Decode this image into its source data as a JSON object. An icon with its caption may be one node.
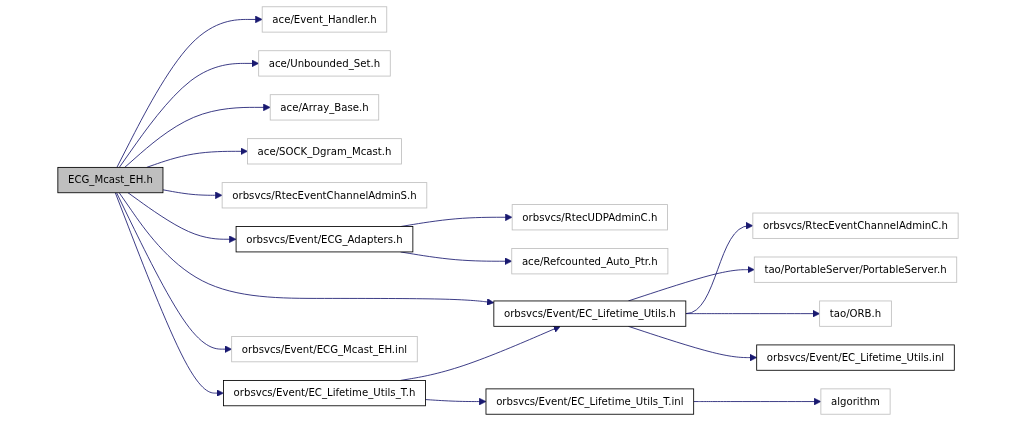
{
  "diagram": {
    "nodes": [
      {
        "text": [
          "ECG_Mcast_EH.h"
        ]
      },
      {
        "text": [
          "ace/Event_Handler.h"
        ]
      },
      {
        "text": [
          "ace/Unbounded_Set.h"
        ]
      },
      {
        "text": [
          "ace/Array_Base.h"
        ]
      },
      {
        "text": [
          "ace/SOCK_Dgram_Mcast.h"
        ]
      },
      {
        "text": [
          "orbsvcs/RtecEventChannelAdminS.h"
        ]
      },
      {
        "text": [
          "orbsvcs/Event/ECG_Adapters.h"
        ]
      },
      {
        "text": [
          "orbsvcs/RtecUDPAdminC.h"
        ]
      },
      {
        "text": [
          "ace/Refcounted_Auto_Ptr.h"
        ]
      },
      {
        "text": [
          "orbsvcs/Event/EC_Lifetime_Utils.h"
        ]
      },
      {
        "text": [
          "orbsvcs/RtecEventChannelAdminC.h"
        ]
      },
      {
        "text": [
          "tao/PortableServer/PortableServer.h"
        ]
      },
      {
        "text": [
          "tao/ORB.h"
        ]
      },
      {
        "text": [
          "orbsvcs/Event/EC_Lifetime_Utils.inl"
        ]
      },
      {
        "text": [
          "orbsvcs/Event/EC_Lifetime_Utils_T.h"
        ]
      },
      {
        "text": [
          "orbsvcs/Event/EC_Lifetime_Utils_T.inl"
        ]
      },
      {
        "text": [
          "algorithm"
        ]
      },
      {
        "text": [
          "orbsvcs/Event/ECG_Mcast_EH.inl"
        ]
      }
    ],
    "edges": [
      {
        "from": 0,
        "to": 1,
        "arrow": "to"
      },
      {
        "from": 0,
        "to": 2,
        "arrow": "to"
      },
      {
        "from": 0,
        "to": 3,
        "arrow": "to"
      },
      {
        "from": 0,
        "to": 4,
        "arrow": "to"
      },
      {
        "from": 0,
        "to": 5,
        "arrow": "to"
      },
      {
        "from": 0,
        "to": 6,
        "arrow": "to"
      },
      {
        "from": 6,
        "to": 7,
        "arrow": "to"
      },
      {
        "from": 6,
        "to": 8,
        "arrow": "to"
      },
      {
        "from": 0,
        "to": 9,
        "arrow": "to"
      },
      {
        "from": 9,
        "to": 10,
        "arrow": "to"
      },
      {
        "from": 9,
        "to": 11,
        "arrow": "to"
      },
      {
        "from": 9,
        "to": 12,
        "arrow": "to"
      },
      {
        "from": 9,
        "to": 13,
        "arrow": "to"
      },
      {
        "from": 0,
        "to": 14,
        "arrow": "to"
      },
      {
        "from": 14,
        "to": 9,
        "arrow": "to"
      },
      {
        "from": 14,
        "to": 15,
        "arrow": "to"
      },
      {
        "from": 15,
        "to": 16,
        "arrow": "to"
      },
      {
        "from": 0,
        "to": 17,
        "arrow": "to"
      }
    ]
  }
}
